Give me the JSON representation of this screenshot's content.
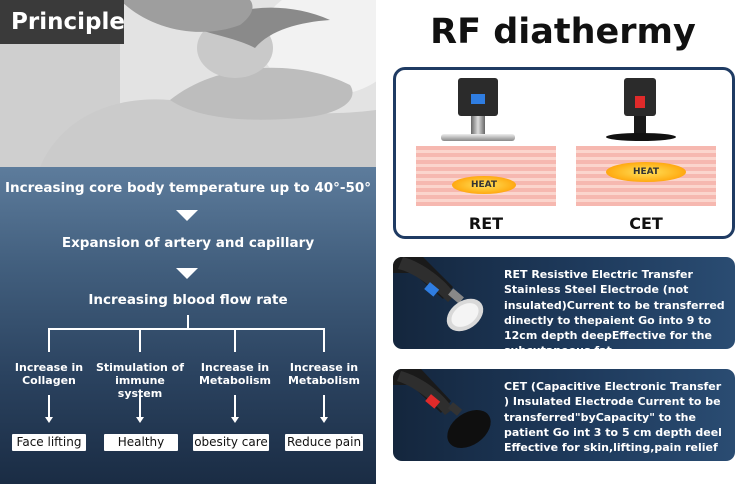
{
  "left": {
    "title": "Principle",
    "steps": [
      "Increasing core body temperature up to 40°-50°",
      "Expansion of artery and capillary",
      "Increasing blood flow rate"
    ],
    "branches": [
      {
        "label_line1": "Increase in",
        "label_line2": "Collagen",
        "result": "Face lifting"
      },
      {
        "label_line1": "Stimulation of",
        "label_line2": "immune system",
        "result": "Healthy"
      },
      {
        "label_line1": "Increase in",
        "label_line2": "Metabolism",
        "result": "obesity care"
      },
      {
        "label_line1": "Increase in",
        "label_line2": "Metabolism",
        "result": "Reduce pain"
      }
    ]
  },
  "right": {
    "title": "RF diathermy",
    "diagrams": [
      {
        "label": "RET",
        "heat_text": "HEAT",
        "accent": "#2f7de1"
      },
      {
        "label": "CET",
        "heat_text": "HEAT",
        "accent": "#e02a2a"
      }
    ],
    "cards": [
      {
        "text": "RET Resistive Electric Transfer Stainless Steel Electrode (not insulated)Current to be transferred dinectly to thepaient Go into 9 to 12cm depth deepEffective for the subcutaneous fat",
        "accent": "#2f7de1"
      },
      {
        "text": "CET (Capacitive Electronic Transfer ) Insulated Electrode Current to be transferred\"byCapacity\" to the patient Go int 3 to 5 cm depth deel Effective for skin,lifting,pain relief",
        "accent": "#e02a2a"
      }
    ]
  },
  "colors": {
    "panel_top": "#5d7c9c",
    "panel_bottom": "#1a2c44",
    "frame": "#1f3b63"
  }
}
